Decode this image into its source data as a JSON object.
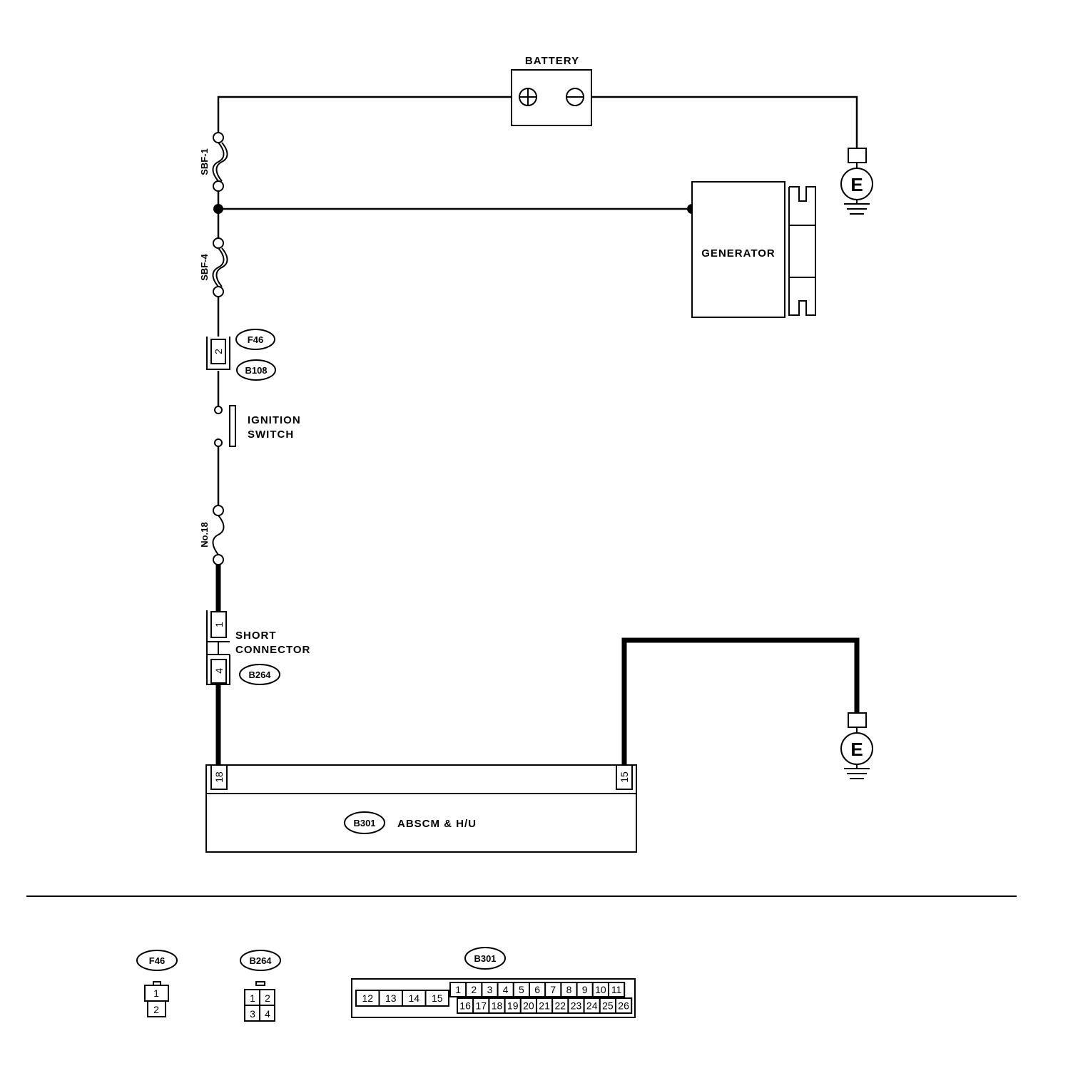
{
  "labels": {
    "battery": "BATTERY",
    "generator": "GENERATOR",
    "ignition_switch_line1": "IGNITION",
    "ignition_switch_line2": "SWITCH",
    "short_connector_line1": "SHORT",
    "short_connector_line2": "CONNECTOR",
    "abscm": "ABSCM & H/U",
    "ground": "E"
  },
  "fuses": {
    "sbf1": "SBF-1",
    "sbf4": "SBF-4",
    "no18": "No.18"
  },
  "connectors": {
    "f46": "F46",
    "b108": "B108",
    "b264": "B264",
    "b301": "B301"
  },
  "pins": {
    "f46_b108": "2",
    "b264_top": "1",
    "b264_bottom": "4",
    "b301_left": "18",
    "b301_right": "15"
  },
  "connector_views": {
    "f46": {
      "label": "F46",
      "pins": [
        "1",
        "2"
      ]
    },
    "b264": {
      "label": "B264",
      "pins": [
        "1",
        "2",
        "3",
        "4"
      ]
    },
    "b301": {
      "label": "B301",
      "left_pins": [
        "12",
        "13",
        "14",
        "15"
      ],
      "top_pins": [
        "1",
        "2",
        "3",
        "4",
        "5",
        "6",
        "7",
        "8",
        "9",
        "10",
        "11"
      ],
      "bottom_pins": [
        "16",
        "17",
        "18",
        "19",
        "20",
        "21",
        "22",
        "23",
        "24",
        "25",
        "26"
      ]
    }
  }
}
